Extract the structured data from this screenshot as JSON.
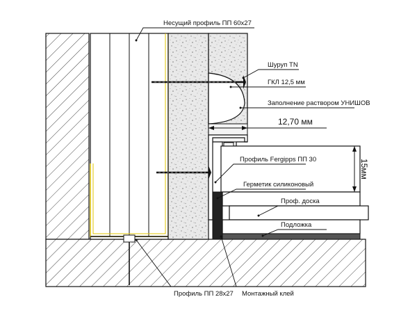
{
  "drawing": {
    "labels": {
      "bearing_profile": "Несущий профиль ПП 60x27",
      "screw": "Шуруп TN",
      "gkl": "ГКЛ 12,5 мм",
      "filling": "Заполнение раствором УНИШОВ",
      "profile_fergipps": "Профиль Fergipps ПП 30",
      "sealant": "Герметик силиконовый",
      "floor_board": "Проф. доска",
      "underlay": "Подложка",
      "profile_28": "Профиль ПП 28x27",
      "adhesive": "Монтажный клей"
    },
    "dimensions": {
      "gap": "12,70 мм",
      "height": "15мм"
    }
  }
}
